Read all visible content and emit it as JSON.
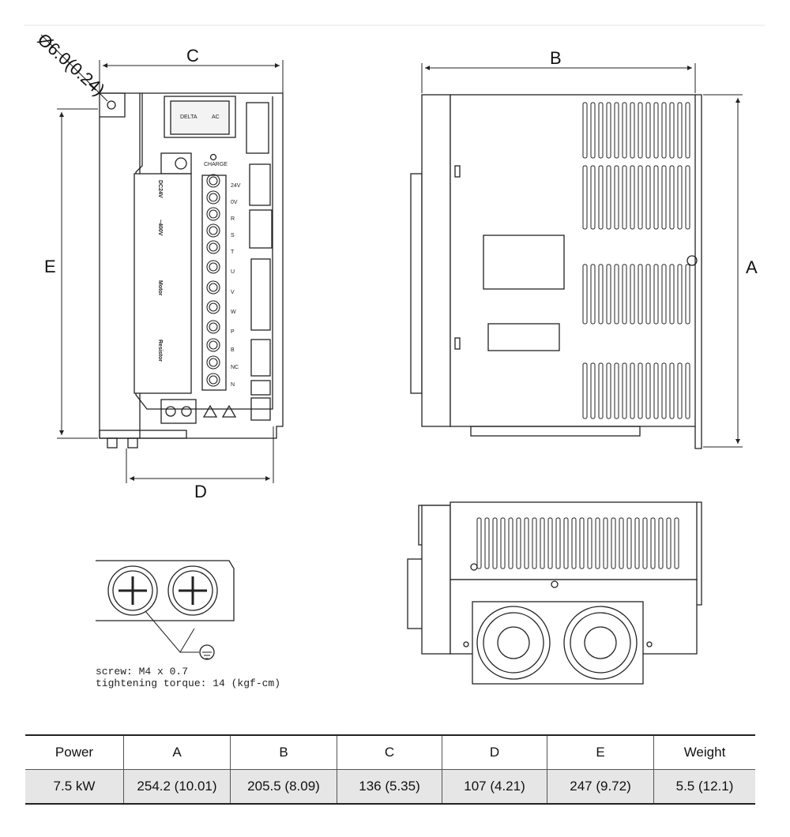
{
  "diagram": {
    "hole_label": "Ø6.0(0.24)",
    "dim_labels": {
      "a": "A",
      "b": "B",
      "c": "C",
      "d": "D",
      "e": "E"
    },
    "terminal_labels": [
      "24V",
      "0V",
      "R",
      "S",
      "T",
      "U",
      "V",
      "W",
      "P",
      "B",
      "NC",
      "N"
    ],
    "group_labels": {
      "dc24v": "DC24V",
      "ac400v": "~400V",
      "motor": "Motor",
      "resistor": "Resistor"
    },
    "charge_label": "CHARGE",
    "screw_note": "screw: M4 x 0.7",
    "torque_note": "tightening torque: 14 (kgf-cm)"
  },
  "table": {
    "headers": [
      "Power",
      "A",
      "B",
      "C",
      "D",
      "E",
      "Weight"
    ],
    "rows": [
      [
        "7.5 kW",
        "254.2 (10.01)",
        "205.5 (8.09)",
        "136 (5.35)",
        "107 (4.21)",
        "247 (9.72)",
        "5.5 (12.1)"
      ]
    ]
  }
}
